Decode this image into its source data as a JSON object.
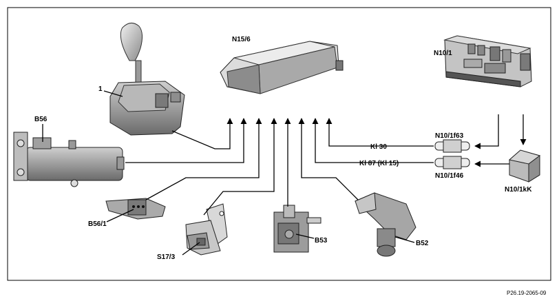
{
  "labels": {
    "n15_6": "N15/6",
    "n10_1": "N10/1",
    "item_1": "1",
    "b56": "B56",
    "b56_1": "B56/1",
    "s17_3": "S17/3",
    "b53": "B53",
    "b52": "B52",
    "n10_1f63": "N10/1f63",
    "n10_1f46": "N10/1f46",
    "n10_1kk": "N10/1kK",
    "kl30": "Kl 30",
    "kl87": "Kl 87 (Kl 15)"
  },
  "reference": "P26.19-2065-09"
}
